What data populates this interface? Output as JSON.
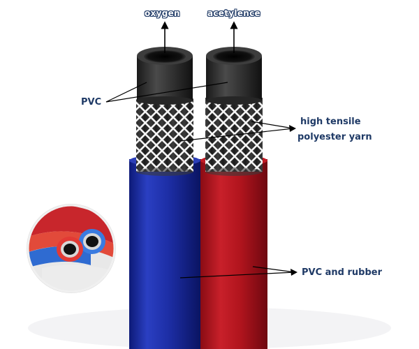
{
  "labels": {
    "oxygen": "oxygen",
    "acetylene": "acetylence",
    "pvc": "PVC",
    "yarn_line1": "high tensile",
    "yarn_line2": "polyester yarn",
    "pvc_rubber": "PVC and rubber"
  },
  "colors": {
    "blue_hose": "#1e2fa0",
    "red_hose": "#b5121b",
    "inner_tube": "#2e2e2e",
    "braid": "#f2f2f2",
    "label_text": "#1f3a66"
  },
  "icons": {
    "flow_arrow": "arrow-up-icon",
    "braid_pattern": "crosshatch-pattern"
  }
}
